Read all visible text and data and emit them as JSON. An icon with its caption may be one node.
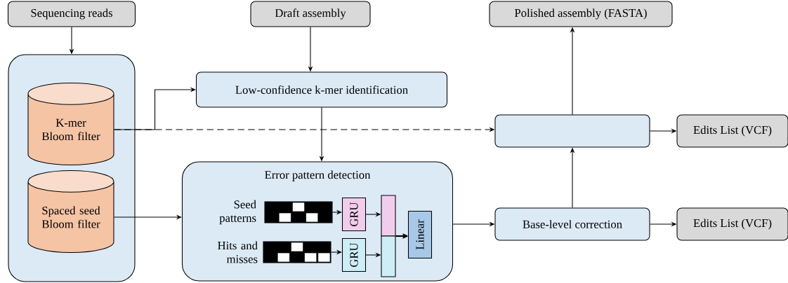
{
  "diagram": {
    "nodes": [
      {
        "text": [
          "Sequencing reads"
        ]
      },
      {
        "text": [
          "Draft assembly"
        ]
      },
      {
        "text": [
          "Polished assembly (FASTA)"
        ]
      },
      {
        "text": [],
        "shape": "box"
      },
      {
        "text": [
          "K-mer Bloom filter"
        ],
        "in": 3
      },
      {
        "text": [
          "Spaced seed Bloom filter"
        ],
        "in": 3
      },
      {
        "text": [
          "Low-confidence k-mer identification"
        ]
      },
      {
        "text": [],
        "shape": "box"
      },
      {
        "text": [
          "Edits List (VCF)"
        ]
      },
      {
        "text": [
          "Error pattern detection"
        ]
      },
      {
        "text": [
          "Seed patterns"
        ],
        "in": 9
      },
      {
        "text": [],
        "shape": "grid",
        "in": 9
      },
      {
        "text": [
          "Hits and misses"
        ],
        "in": 9
      },
      {
        "text": [],
        "shape": "grid",
        "in": 9
      },
      {
        "text": [
          "GRU"
        ],
        "in": 9
      },
      {
        "text": [
          "GRU"
        ],
        "in": 9
      },
      {
        "text": [],
        "shape": "bar",
        "in": 9
      },
      {
        "text": [],
        "shape": "bar",
        "in": 9
      },
      {
        "text": [
          "Linear"
        ],
        "in": 9
      },
      {
        "text": [
          "Base-level correction"
        ]
      },
      {
        "text": [
          "Edits List (VCF)"
        ]
      }
    ],
    "edges": [
      {
        "from": 0,
        "to": 3,
        "arrow": "to"
      },
      {
        "from": 1,
        "to": 6,
        "arrow": "to"
      },
      {
        "from": 4,
        "to": 6,
        "arrow": "to"
      },
      {
        "from": 4,
        "to": 7,
        "arrow": "to",
        "style": "dashed"
      },
      {
        "from": 6,
        "to": 9,
        "arrow": "to"
      },
      {
        "from": 5,
        "to": 9,
        "arrow": "to"
      },
      {
        "from": 11,
        "to": 14,
        "arrow": "to"
      },
      {
        "from": 13,
        "to": 15,
        "arrow": "to"
      },
      {
        "from": 14,
        "to": 16,
        "arrow": "to"
      },
      {
        "from": 15,
        "to": 17,
        "arrow": "to"
      },
      {
        "from": 16,
        "to": 18,
        "arrow": "to"
      },
      {
        "from": 17,
        "to": 18,
        "arrow": "to"
      },
      {
        "from": 9,
        "to": 19,
        "arrow": "to"
      },
      {
        "from": 19,
        "to": 7,
        "arrow": "to"
      },
      {
        "from": 7,
        "to": 2,
        "arrow": "to"
      },
      {
        "from": 7,
        "to": 8,
        "arrow": "to"
      },
      {
        "from": 19,
        "to": 20,
        "arrow": "to"
      }
    ]
  }
}
